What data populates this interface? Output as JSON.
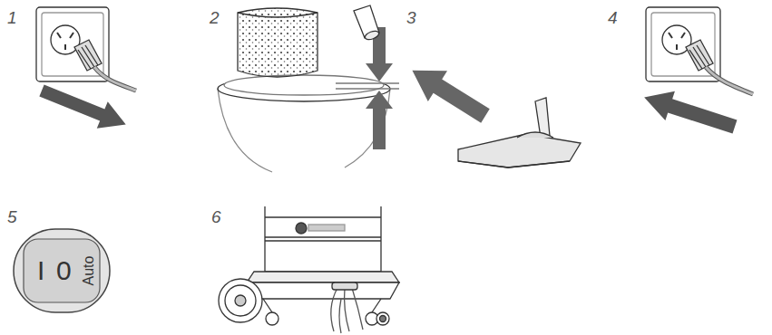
{
  "diagram": {
    "nodes": [
      {
        "text": [
          "I",
          "0",
          "Auto"
        ]
      }
    ],
    "labels": [
      "1",
      "2",
      "3",
      "4",
      "5",
      "6"
    ]
  }
}
